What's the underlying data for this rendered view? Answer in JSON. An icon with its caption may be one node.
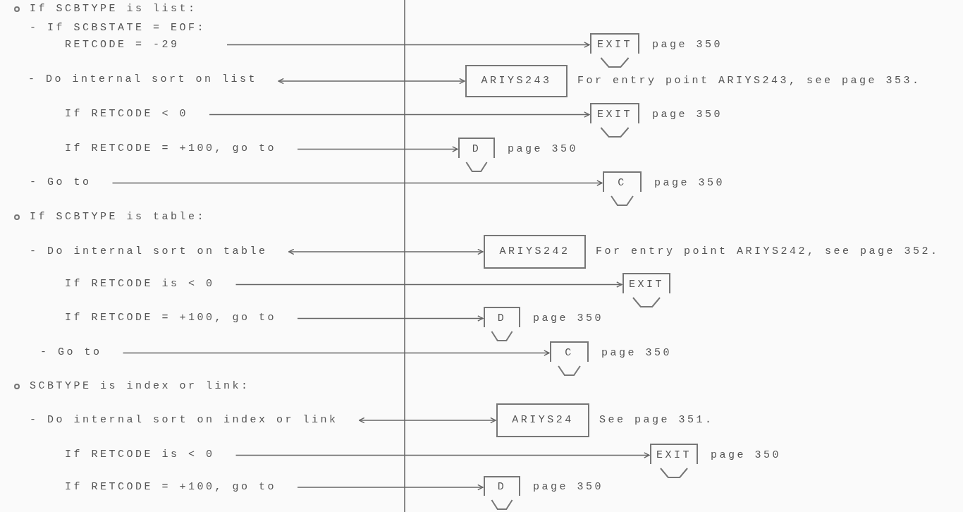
{
  "diagram": {
    "nodes": [
      {
        "text": [
          "- If SCBSTATE = EOF:",
          "RETCODE = -29"
        ]
      },
      {
        "text": [
          "EXIT"
        ],
        "beside": [
          "page 350"
        ]
      },
      {
        "text": [
          "- Do internal sort on list"
        ]
      },
      {
        "text": [
          "ARIYS243"
        ],
        "beside": [
          "For entry point ARIYS243, see page 353."
        ]
      },
      {
        "text": [
          "If RETCODE < 0"
        ]
      },
      {
        "text": [
          "EXIT"
        ],
        "beside": [
          "page 350"
        ]
      },
      {
        "text": [
          "If RETCODE = +100, go to"
        ]
      },
      {
        "text": [
          "D"
        ],
        "beside": [
          "page 350"
        ]
      },
      {
        "text": [
          "- Go to"
        ]
      },
      {
        "text": [
          "C"
        ],
        "beside": [
          "page 350"
        ]
      },
      {
        "text": [
          "- Do internal sort on table"
        ]
      },
      {
        "text": [
          "ARIYS242"
        ],
        "beside": [
          "For entry point ARIYS242, see page 352."
        ]
      },
      {
        "text": [
          "If RETCODE is < 0"
        ]
      },
      {
        "text": [
          "EXIT"
        ]
      },
      {
        "text": [
          "If RETCODE = +100, go to"
        ]
      },
      {
        "text": [
          "D"
        ],
        "beside": [
          "page 350"
        ]
      },
      {
        "text": [
          "- Go to"
        ]
      },
      {
        "text": [
          "C"
        ],
        "beside": [
          "page 350"
        ]
      },
      {
        "text": [
          "- Do internal sort on index or link"
        ]
      },
      {
        "text": [
          "ARIYS24"
        ],
        "beside": [
          "See page 351."
        ]
      },
      {
        "text": [
          "If RETCODE is < 0"
        ]
      },
      {
        "text": [
          "EXIT"
        ],
        "beside": [
          "page 350"
        ]
      },
      {
        "text": [
          "If RETCODE = +100, go to"
        ]
      },
      {
        "text": [
          "D"
        ],
        "beside": [
          "page 350"
        ]
      }
    ],
    "edges": [
      {
        "from": 0,
        "to": 1,
        "arrow": "to"
      },
      {
        "from": 2,
        "to": 3,
        "arrow": "both"
      },
      {
        "from": 4,
        "to": 5,
        "arrow": "to"
      },
      {
        "from": 6,
        "to": 7,
        "arrow": "to"
      },
      {
        "from": 8,
        "to": 9,
        "arrow": "to"
      },
      {
        "from": 10,
        "to": 11,
        "arrow": "both"
      },
      {
        "from": 12,
        "to": 13,
        "arrow": "to"
      },
      {
        "from": 14,
        "to": 15,
        "arrow": "to"
      },
      {
        "from": 16,
        "to": 17,
        "arrow": "to"
      },
      {
        "from": 18,
        "to": 19,
        "arrow": "both"
      },
      {
        "from": 20,
        "to": 21,
        "arrow": "to"
      },
      {
        "from": 22,
        "to": 23,
        "arrow": "to"
      }
    ],
    "labels": [
      "If SCBTYPE is list:",
      "If SCBTYPE is table:",
      "SCBTYPE is index or link:"
    ]
  }
}
